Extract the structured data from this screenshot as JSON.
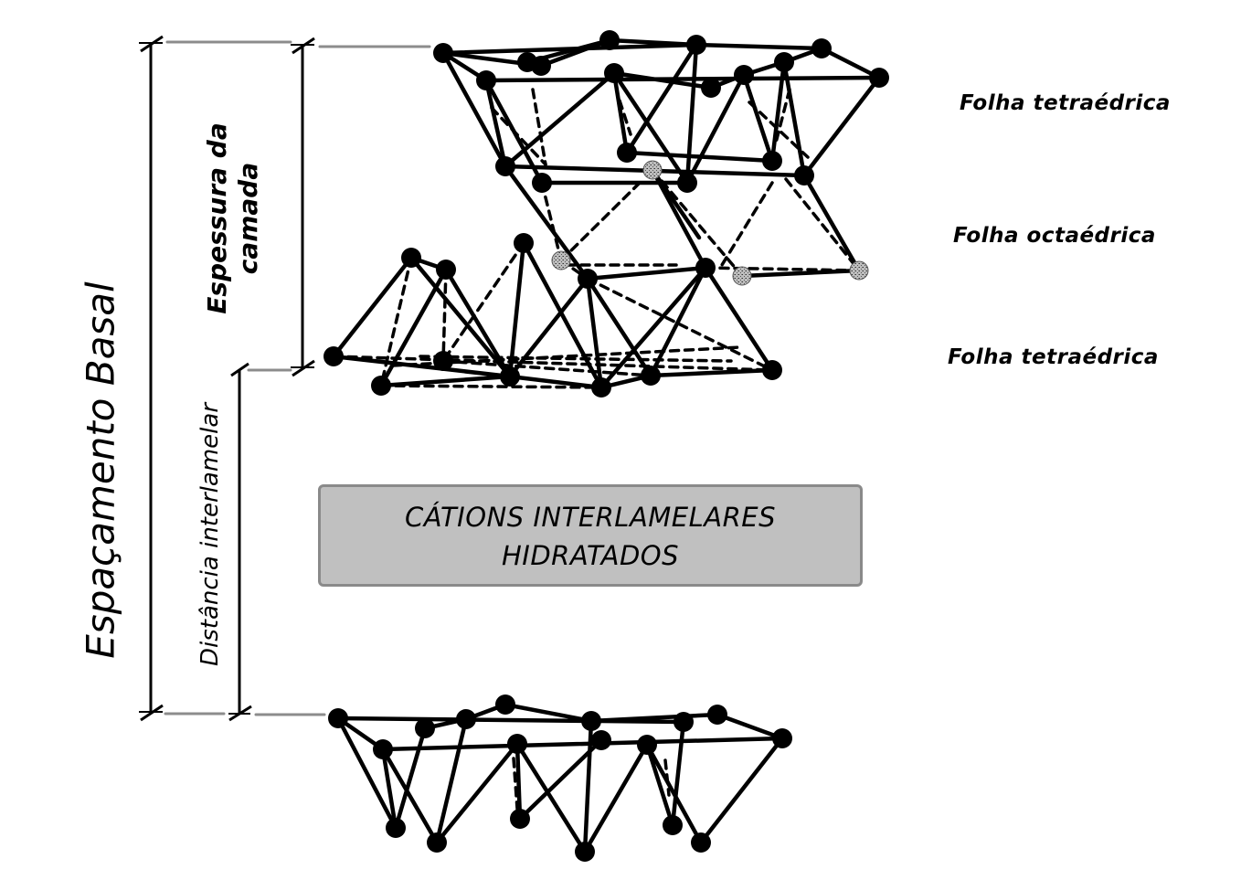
{
  "diagram": {
    "type": "clay-mineral-2:1-layer-structure",
    "sheet_labels": {
      "top": "Folha tetraédrica",
      "middle": "Folha octaédrica",
      "bottom": "Folha tetraédrica"
    },
    "dimensions": {
      "basal_spacing": "Espaçamento Basal",
      "layer_thickness_line1": "Espessura da",
      "layer_thickness_line2": "camada",
      "interlayer_distance": "Distância interlamelar"
    },
    "interlayer_box": {
      "line1": "CÁTIONS INTERLAMELARES",
      "line2": "HIDRATADOS",
      "fill_color": "#c0c0c0",
      "border_color": "#8a8a8a"
    },
    "colors": {
      "atom": "#000000",
      "octahedral_cation": "#9a9a9a",
      "bond": "#000000",
      "dimension_line": "#000000",
      "extension_line": "#8c8c8c"
    }
  }
}
